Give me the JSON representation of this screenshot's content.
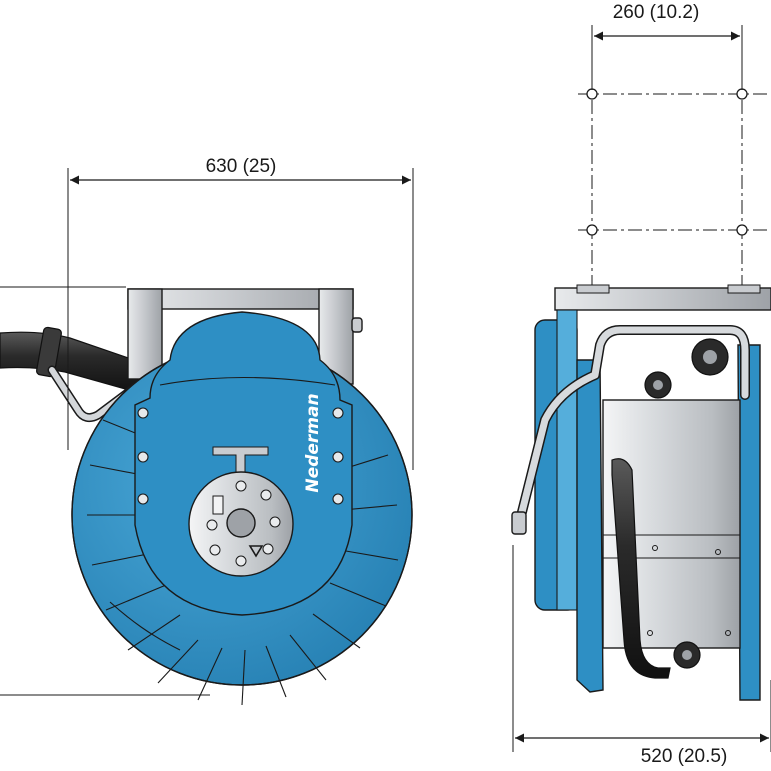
{
  "dimensions": {
    "overall_width": "630 (25)",
    "mount_hole_spacing": "260 (10.2)",
    "overall_depth": "520 (20.5)"
  },
  "brand_text": "Nederman",
  "colors": {
    "reel_blue": "#2e8fc4",
    "reel_blue_dark": "#1d6f9e",
    "reel_blue_light": "#55aedb",
    "steel": "#c9ccd0",
    "hose": "#2a2a2a"
  }
}
